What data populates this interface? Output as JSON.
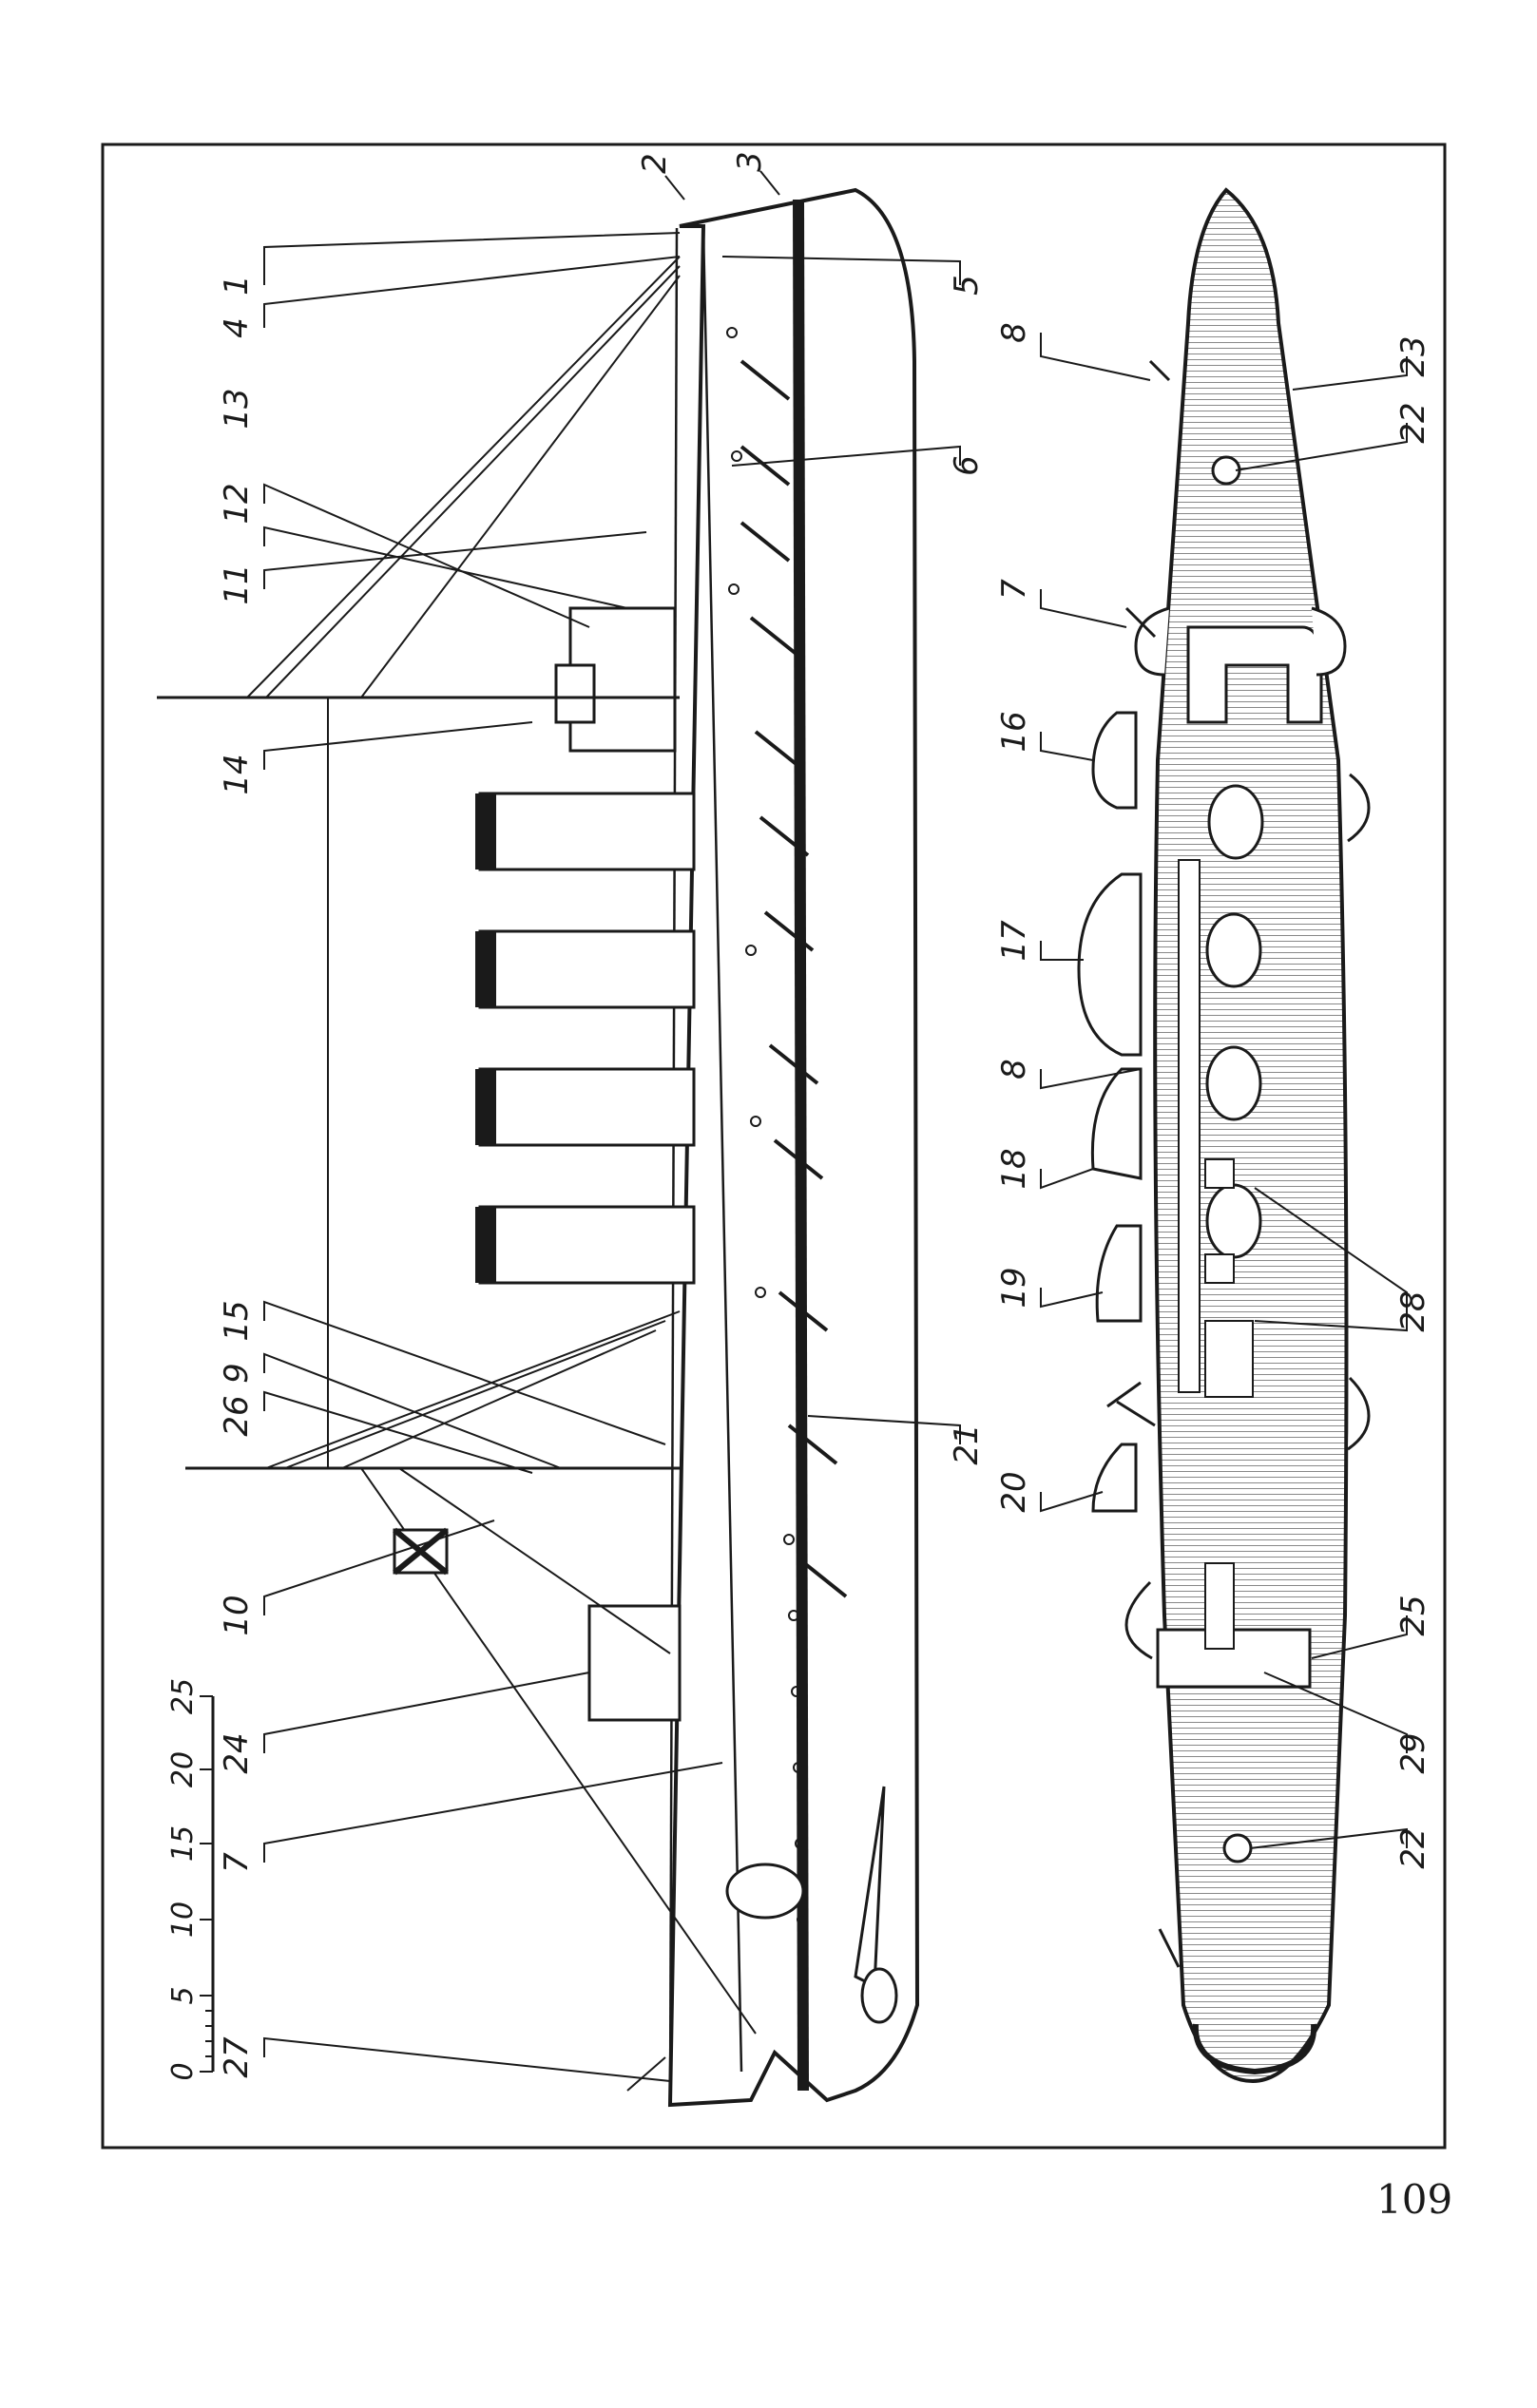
{
  "page_number": "109",
  "scale": {
    "ticks": [
      "0",
      "5",
      "10",
      "15",
      "20",
      "25"
    ]
  },
  "labels_side": {
    "l1": "1",
    "l2": "2",
    "l3": "3",
    "l4": "4",
    "l5": "5",
    "l6": "6",
    "l7": "7",
    "l9": "9",
    "l10": "10",
    "l11": "11",
    "l12": "12",
    "l13": "13",
    "l14": "14",
    "l15": "15",
    "l21": "21",
    "l24": "24",
    "l26": "26",
    "l27": "27"
  },
  "labels_plan": {
    "l7": "7",
    "l8a": "8",
    "l8b": "8",
    "l16": "16",
    "l17": "17",
    "l18": "18",
    "l19": "19",
    "l20": "20",
    "l22a": "22",
    "l22b": "22",
    "l23": "23",
    "l25": "25",
    "l28": "28",
    "l29": "29"
  },
  "colors": {
    "ink": "#1a1a1a",
    "paper": "#ffffff",
    "hatch": "#6a6a6a"
  }
}
